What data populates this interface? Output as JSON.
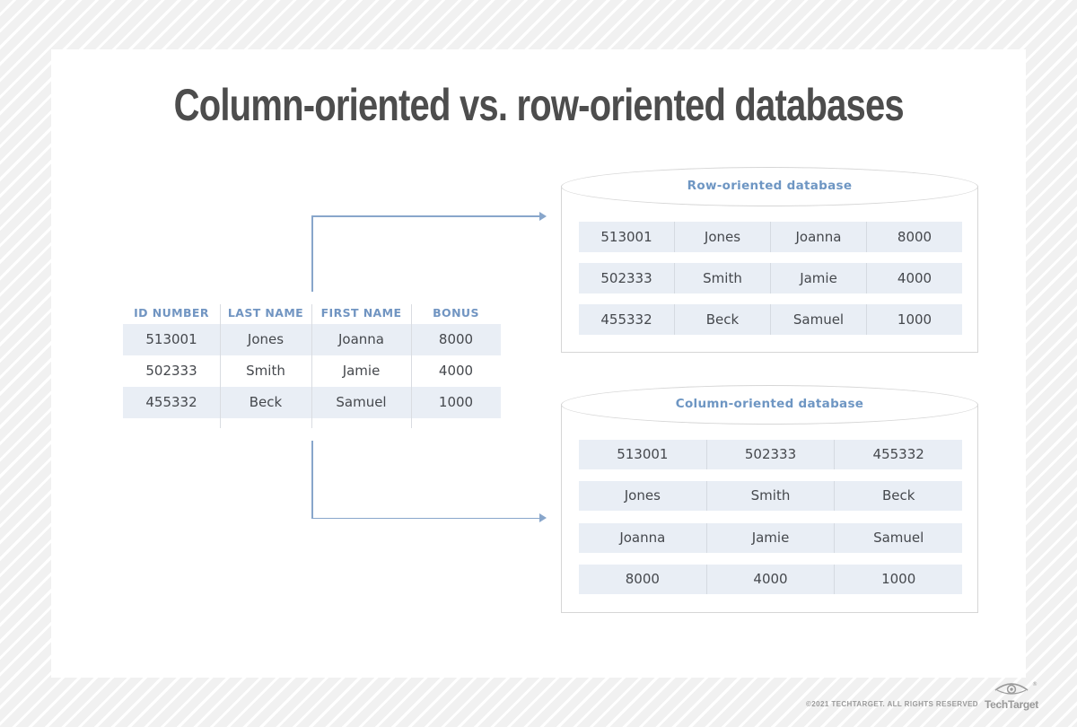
{
  "title": "Column-oriented vs. row-oriented databases",
  "source_table": {
    "headers": [
      "ID NUMBER",
      "LAST NAME",
      "FIRST NAME",
      "BONUS"
    ],
    "rows": [
      [
        "513001",
        "Jones",
        "Joanna",
        "8000"
      ],
      [
        "502333",
        "Smith",
        "Jamie",
        "4000"
      ],
      [
        "455332",
        "Beck",
        "Samuel",
        "1000"
      ]
    ]
  },
  "row_db": {
    "label": "Row-oriented database",
    "rows": [
      [
        "513001",
        "Jones",
        "Joanna",
        "8000"
      ],
      [
        "502333",
        "Smith",
        "Jamie",
        "4000"
      ],
      [
        "455332",
        "Beck",
        "Samuel",
        "1000"
      ]
    ]
  },
  "column_db": {
    "label": "Column-oriented database",
    "rows": [
      [
        "513001",
        "502333",
        "455332"
      ],
      [
        "Jones",
        "Smith",
        "Beck"
      ],
      [
        "Joanna",
        "Jamie",
        "Samuel"
      ],
      [
        "8000",
        "4000",
        "1000"
      ]
    ]
  },
  "footer": {
    "copyright": "©2021 TECHTARGET. ALL RIGHTS RESERVED",
    "brand": "TechTarget",
    "registered_mark": "®",
    "logo_icon": "eye-icon"
  },
  "colors": {
    "accent_blue": "#7195c2",
    "label_blue": "#6e96c3",
    "cell_bg": "#e9eef5",
    "title_gray": "#4d4d4d",
    "connector_blue": "#88a6cb",
    "footer_gray": "#9b9b9b"
  }
}
